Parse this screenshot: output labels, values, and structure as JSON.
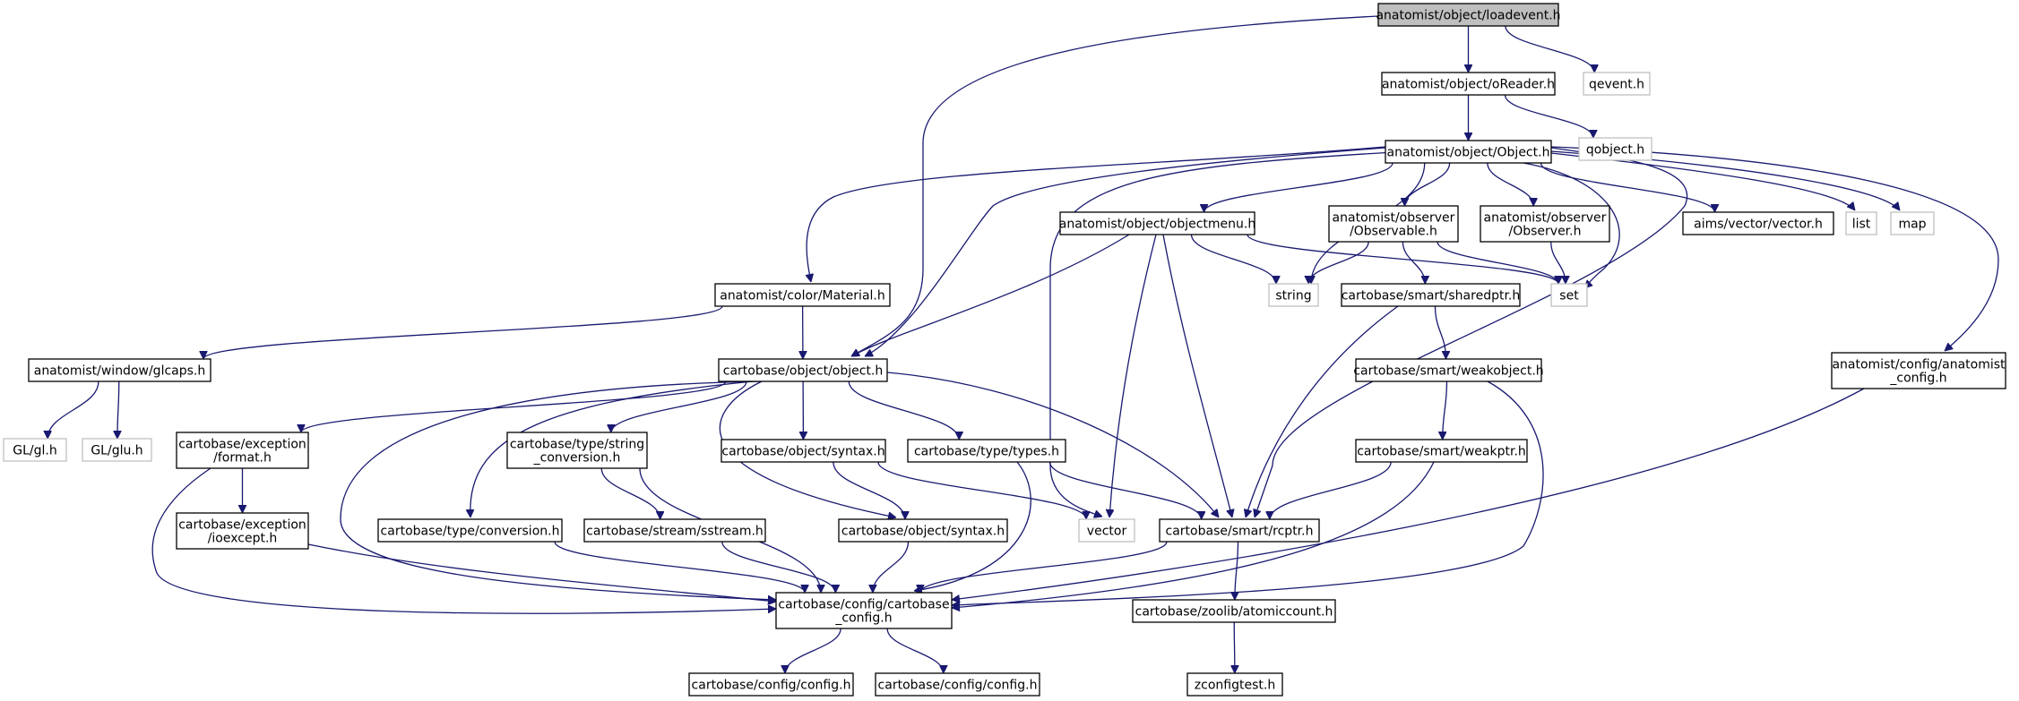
{
  "diagram": {
    "colors": {
      "edge": "#191970",
      "box_border": "#000000",
      "external_border": "#bfbfbf",
      "root_fill": "#bfbfbf",
      "background": "#ffffff"
    },
    "nodes": [
      {
        "id": "loadevent",
        "lines": [
          "anatomist/object/loadevent.h"
        ],
        "style": "root"
      },
      {
        "id": "oreader",
        "lines": [
          "anatomist/object/oReader.h"
        ],
        "style": "internal"
      },
      {
        "id": "qevent",
        "lines": [
          "qevent.h"
        ],
        "style": "external"
      },
      {
        "id": "objecth",
        "lines": [
          "anatomist/object/Object.h"
        ],
        "style": "internal"
      },
      {
        "id": "qobject",
        "lines": [
          "qobject.h"
        ],
        "style": "external"
      },
      {
        "id": "objectmenu",
        "lines": [
          "anatomist/object/objectmenu.h"
        ],
        "style": "internal"
      },
      {
        "id": "observable",
        "lines": [
          "anatomist/observer",
          "/Observable.h"
        ],
        "style": "internal"
      },
      {
        "id": "observer",
        "lines": [
          "anatomist/observer",
          "/Observer.h"
        ],
        "style": "internal"
      },
      {
        "id": "aimsvector",
        "lines": [
          "aims/vector/vector.h"
        ],
        "style": "internal"
      },
      {
        "id": "list",
        "lines": [
          "list"
        ],
        "style": "external"
      },
      {
        "id": "map",
        "lines": [
          "map"
        ],
        "style": "external"
      },
      {
        "id": "string",
        "lines": [
          "string"
        ],
        "style": "external"
      },
      {
        "id": "set",
        "lines": [
          "set"
        ],
        "style": "external"
      },
      {
        "id": "sharedptr",
        "lines": [
          "cartobase/smart/sharedptr.h"
        ],
        "style": "internal"
      },
      {
        "id": "material",
        "lines": [
          "anatomist/color/Material.h"
        ],
        "style": "internal"
      },
      {
        "id": "glcaps",
        "lines": [
          "anatomist/window/glcaps.h"
        ],
        "style": "internal"
      },
      {
        "id": "cbobject",
        "lines": [
          "cartobase/object/object.h"
        ],
        "style": "internal"
      },
      {
        "id": "weakobject",
        "lines": [
          "cartobase/smart/weakobject.h"
        ],
        "style": "internal"
      },
      {
        "id": "anaconfig",
        "lines": [
          "anatomist/config/anatomist",
          "_config.h"
        ],
        "style": "internal"
      },
      {
        "id": "glh",
        "lines": [
          "GL/gl.h"
        ],
        "style": "external"
      },
      {
        "id": "gluh",
        "lines": [
          "GL/glu.h"
        ],
        "style": "external"
      },
      {
        "id": "format",
        "lines": [
          "cartobase/exception",
          "/format.h"
        ],
        "style": "internal"
      },
      {
        "id": "stringconv",
        "lines": [
          "cartobase/type/string",
          "_conversion.h"
        ],
        "style": "internal"
      },
      {
        "id": "syntaxA",
        "lines": [
          "cartobase/object/syntax.h"
        ],
        "style": "internal"
      },
      {
        "id": "types",
        "lines": [
          "cartobase/type/types.h"
        ],
        "style": "internal"
      },
      {
        "id": "weakptr",
        "lines": [
          "cartobase/smart/weakptr.h"
        ],
        "style": "internal"
      },
      {
        "id": "ioexcept",
        "lines": [
          "cartobase/exception",
          "/ioexcept.h"
        ],
        "style": "internal"
      },
      {
        "id": "conversion",
        "lines": [
          "cartobase/type/conversion.h"
        ],
        "style": "internal"
      },
      {
        "id": "sstream",
        "lines": [
          "cartobase/stream/sstream.h"
        ],
        "style": "internal"
      },
      {
        "id": "syntaxB",
        "lines": [
          "cartobase/object/syntax.h"
        ],
        "style": "internal"
      },
      {
        "id": "vector",
        "lines": [
          "vector"
        ],
        "style": "external"
      },
      {
        "id": "rcptr",
        "lines": [
          "cartobase/smart/rcptr.h"
        ],
        "style": "internal"
      },
      {
        "id": "cbconfig",
        "lines": [
          "cartobase/config/cartobase",
          "_config.h"
        ],
        "style": "internal"
      },
      {
        "id": "atomiccount",
        "lines": [
          "cartobase/zoolib/atomiccount.h"
        ],
        "style": "internal"
      },
      {
        "id": "configA",
        "lines": [
          "cartobase/config/config.h"
        ],
        "style": "internal"
      },
      {
        "id": "configB",
        "lines": [
          "cartobase/config/config.h"
        ],
        "style": "internal"
      },
      {
        "id": "zconfigtest",
        "lines": [
          "zconfigtest.h"
        ],
        "style": "internal"
      }
    ],
    "edges": [
      {
        "from": "loadevent",
        "to": "oreader"
      },
      {
        "from": "loadevent",
        "to": "qevent"
      },
      {
        "from": "loadevent",
        "to": "cbobject"
      },
      {
        "from": "oreader",
        "to": "objecth"
      },
      {
        "from": "oreader",
        "to": "qobject"
      },
      {
        "from": "objecth",
        "to": "objectmenu"
      },
      {
        "from": "objecth",
        "to": "observable"
      },
      {
        "from": "objecth",
        "to": "observer"
      },
      {
        "from": "objecth",
        "to": "aimsvector"
      },
      {
        "from": "objecth",
        "to": "list"
      },
      {
        "from": "objecth",
        "to": "map"
      },
      {
        "from": "objecth",
        "to": "string"
      },
      {
        "from": "objecth",
        "to": "set"
      },
      {
        "from": "objecth",
        "to": "material"
      },
      {
        "from": "objecth",
        "to": "cbobject"
      },
      {
        "from": "objecth",
        "to": "vector"
      },
      {
        "from": "objecth",
        "to": "rcptr"
      },
      {
        "from": "objecth",
        "to": "anaconfig"
      },
      {
        "from": "objectmenu",
        "to": "string"
      },
      {
        "from": "objectmenu",
        "to": "set"
      },
      {
        "from": "objectmenu",
        "to": "cbobject"
      },
      {
        "from": "objectmenu",
        "to": "vector"
      },
      {
        "from": "objectmenu",
        "to": "rcptr"
      },
      {
        "from": "observable",
        "to": "string"
      },
      {
        "from": "observable",
        "to": "set"
      },
      {
        "from": "observable",
        "to": "sharedptr"
      },
      {
        "from": "observer",
        "to": "set"
      },
      {
        "from": "sharedptr",
        "to": "weakobject"
      },
      {
        "from": "sharedptr",
        "to": "rcptr"
      },
      {
        "from": "material",
        "to": "glcaps"
      },
      {
        "from": "material",
        "to": "cbobject"
      },
      {
        "from": "glcaps",
        "to": "glh"
      },
      {
        "from": "glcaps",
        "to": "gluh"
      },
      {
        "from": "cbobject",
        "to": "format"
      },
      {
        "from": "cbobject",
        "to": "stringconv"
      },
      {
        "from": "cbobject",
        "to": "syntaxA"
      },
      {
        "from": "cbobject",
        "to": "types"
      },
      {
        "from": "cbobject",
        "to": "conversion"
      },
      {
        "from": "cbobject",
        "to": "syntaxB"
      },
      {
        "from": "cbobject",
        "to": "rcptr"
      },
      {
        "from": "cbobject",
        "to": "cbconfig"
      },
      {
        "from": "weakobject",
        "to": "weakptr"
      },
      {
        "from": "weakobject",
        "to": "cbconfig"
      },
      {
        "from": "anaconfig",
        "to": "cbconfig"
      },
      {
        "from": "format",
        "to": "ioexcept"
      },
      {
        "from": "format",
        "to": "cbconfig"
      },
      {
        "from": "stringconv",
        "to": "sstream"
      },
      {
        "from": "stringconv",
        "to": "cbconfig"
      },
      {
        "from": "syntaxA",
        "to": "syntaxB"
      },
      {
        "from": "syntaxA",
        "to": "vector"
      },
      {
        "from": "types",
        "to": "rcptr"
      },
      {
        "from": "types",
        "to": "cbconfig"
      },
      {
        "from": "weakptr",
        "to": "rcptr"
      },
      {
        "from": "weakptr",
        "to": "cbconfig"
      },
      {
        "from": "ioexcept",
        "to": "cbconfig"
      },
      {
        "from": "conversion",
        "to": "cbconfig"
      },
      {
        "from": "sstream",
        "to": "cbconfig"
      },
      {
        "from": "syntaxB",
        "to": "cbconfig"
      },
      {
        "from": "rcptr",
        "to": "cbconfig"
      },
      {
        "from": "rcptr",
        "to": "atomiccount"
      },
      {
        "from": "cbconfig",
        "to": "configA"
      },
      {
        "from": "cbconfig",
        "to": "configB"
      },
      {
        "from": "atomiccount",
        "to": "zconfigtest"
      }
    ]
  }
}
